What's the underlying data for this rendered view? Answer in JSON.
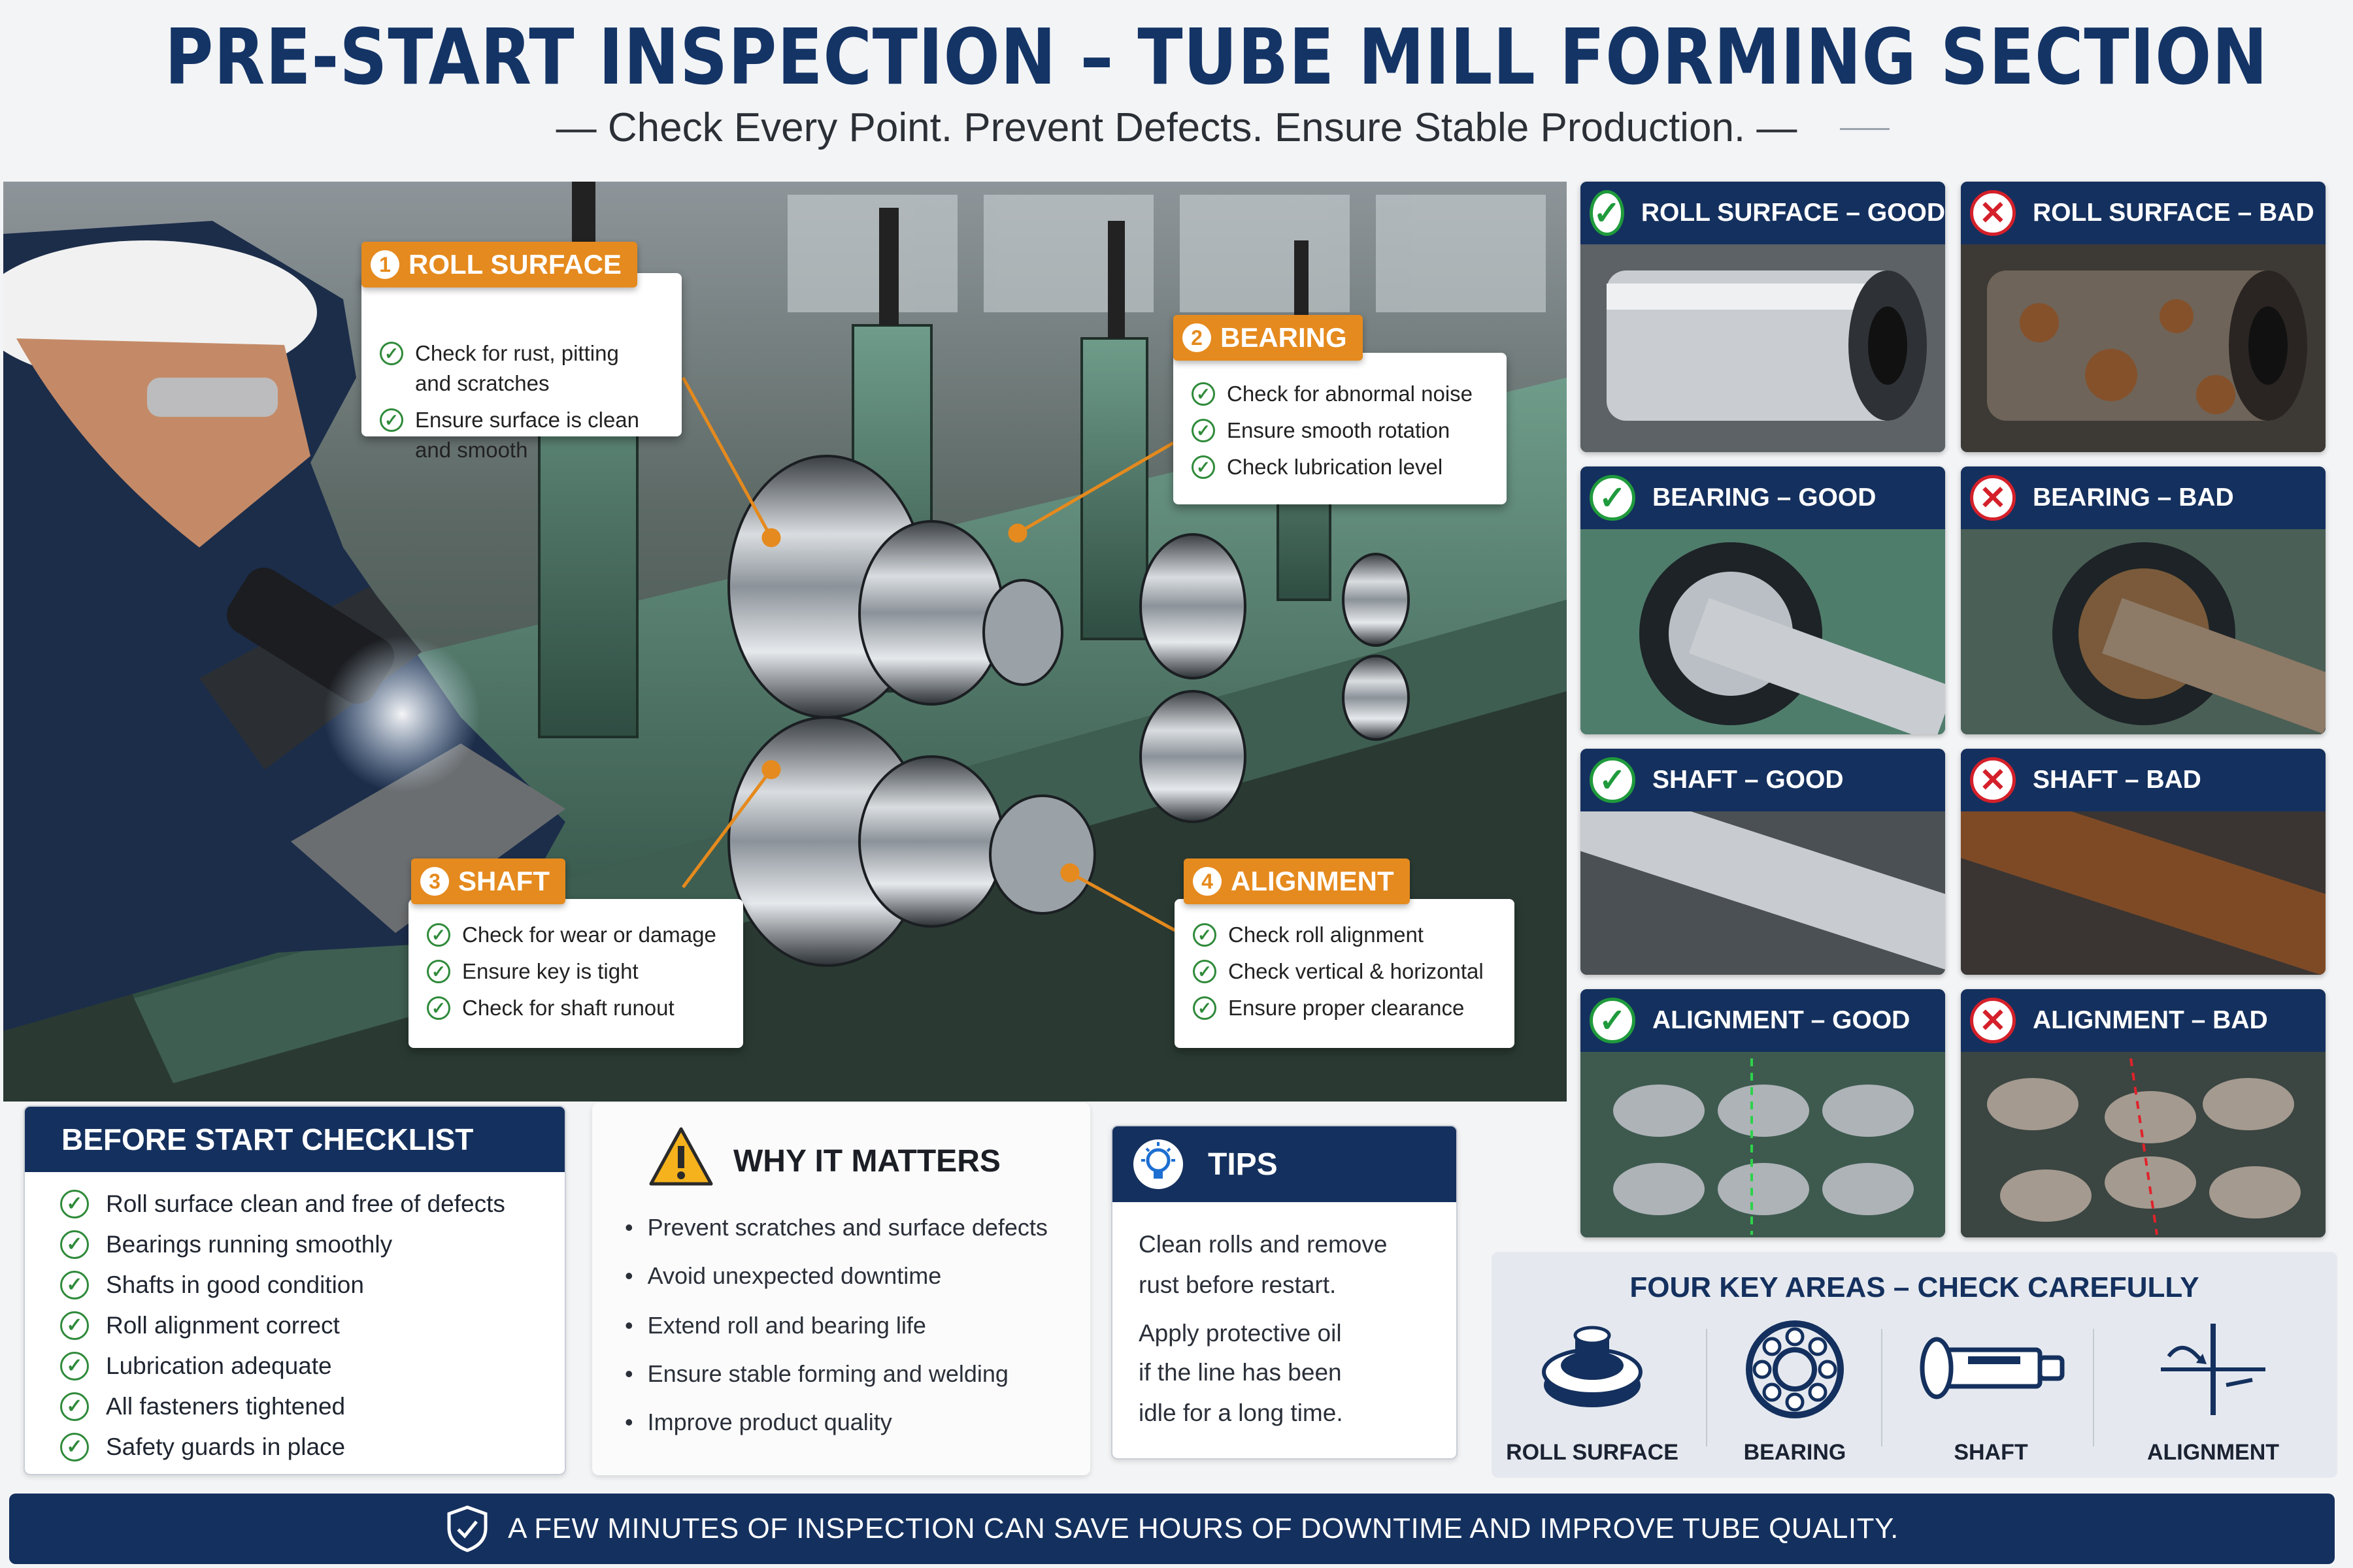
{
  "header": {
    "title": "PRE-START INSPECTION – TUBE MILL FORMING SECTION",
    "subtitle": "— Check Every Point. Prevent Defects. Ensure Stable Production. —"
  },
  "callouts": {
    "roll_surface": {
      "num": "1",
      "title": "ROLL SURFACE",
      "items": [
        "Check for rust, pitting\nand scratches",
        "Ensure surface is clean\nand smooth"
      ]
    },
    "bearing": {
      "num": "2",
      "title": "BEARING",
      "items": [
        "Check for abnormal noise",
        "Ensure smooth rotation",
        "Check lubrication level"
      ]
    },
    "shaft": {
      "num": "3",
      "title": "SHAFT",
      "items": [
        "Check for wear or damage",
        "Ensure key is tight",
        "Check for shaft runout"
      ]
    },
    "alignment": {
      "num": "4",
      "title": "ALIGNMENT",
      "items": [
        "Check roll alignment",
        "Check vertical & horizontal",
        "Ensure proper clearance"
      ]
    }
  },
  "comparisons": [
    {
      "label": "ROLL SURFACE – GOOD",
      "status": "good"
    },
    {
      "label": "ROLL SURFACE – BAD",
      "status": "bad"
    },
    {
      "label": "BEARING – GOOD",
      "status": "good"
    },
    {
      "label": "BEARING – BAD",
      "status": "bad"
    },
    {
      "label": "SHAFT – GOOD",
      "status": "good"
    },
    {
      "label": "SHAFT – BAD",
      "status": "bad"
    },
    {
      "label": "ALIGNMENT – GOOD",
      "status": "good"
    },
    {
      "label": "ALIGNMENT – BAD",
      "status": "bad"
    }
  ],
  "checklist": {
    "title": "BEFORE START CHECKLIST",
    "items": [
      "Roll surface clean and free of defects",
      "Bearings running smoothly",
      "Shafts in good condition",
      "Roll alignment correct",
      "Lubrication adequate",
      "All fasteners tightened",
      "Safety guards in place"
    ]
  },
  "why": {
    "title": "WHY IT MATTERS",
    "items": [
      "Prevent scratches and surface defects",
      "Avoid unexpected downtime",
      "Extend roll and bearing life",
      "Ensure stable forming and welding",
      "Improve product quality"
    ]
  },
  "tips": {
    "title": "TIPS",
    "lines": [
      "Clean rolls and remove",
      "rust before restart.",
      "Apply protective oil",
      "if the line has been",
      "idle for a long time."
    ]
  },
  "key_areas": {
    "title": "FOUR KEY AREAS – CHECK CAREFULLY",
    "items": [
      {
        "label": "ROLL SURFACE",
        "icon": "roll-icon"
      },
      {
        "label": "BEARING",
        "icon": "bearing-icon"
      },
      {
        "label": "SHAFT",
        "icon": "shaft-icon"
      },
      {
        "label": "ALIGNMENT",
        "icon": "alignment-icon"
      }
    ]
  },
  "banner": {
    "text": "A FEW MINUTES OF INSPECTION CAN SAVE HOURS OF DOWNTIME AND IMPROVE TUBE QUALITY."
  },
  "colors": {
    "navy": "#14305e",
    "orange": "#e58a1e",
    "good": "#1f9a3c",
    "bad": "#d4202a",
    "machine_green": "#4f7d6c"
  }
}
